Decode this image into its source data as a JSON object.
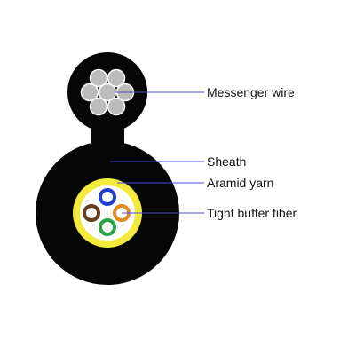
{
  "labels": {
    "messenger_wire": "Messenger wire",
    "sheath": "Sheath",
    "aramid_yarn": "Aramid yarn",
    "tight_buffer_fiber": "Tight buffer fiber"
  },
  "colors": {
    "sheath": "#050505",
    "strand_fill": "#bcbcbc",
    "strand_stroke": "#ffffff",
    "aramid_yarn": "#f4ea3c",
    "inner_core": "#ffffff",
    "leader_line": "#4a4ae0",
    "fiber_blue": "#1f3fd0",
    "fiber_orange": "#e28a1e",
    "fiber_brown": "#6a3b1c",
    "fiber_green": "#2ea043"
  },
  "fiber_colors": [
    "fiber_blue",
    "fiber_orange",
    "fiber_brown",
    "fiber_green"
  ]
}
